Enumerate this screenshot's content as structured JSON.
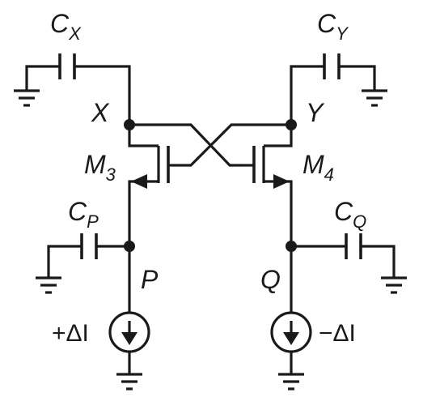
{
  "labels": {
    "cx_main": "C",
    "cx_sub": "X",
    "cy_main": "C",
    "cy_sub": "Y",
    "cp_main": "C",
    "cp_sub": "P",
    "cq_main": "C",
    "cq_sub": "Q",
    "m3_main": "M",
    "m3_sub": "3",
    "m4_main": "M",
    "m4_sub": "4",
    "node_x": "X",
    "node_y": "Y",
    "node_p": "P",
    "node_q": "Q",
    "src_left": "+ΔI",
    "src_right": "−ΔI"
  }
}
